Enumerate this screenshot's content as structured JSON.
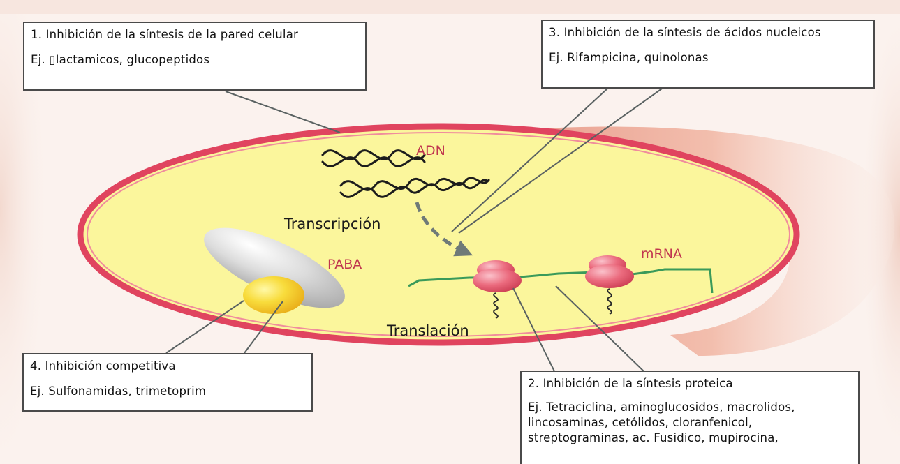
{
  "boxes": {
    "cell_wall": {
      "title": "1. Inhibición de la síntesis de la pared celular",
      "example": "Ej. ▯Iactamicos, glucopeptidos"
    },
    "nucleic_acids": {
      "title": "3. Inhibición de la síntesis de ácidos nucleicos",
      "example": "Ej. Rifampicina, quinolonas"
    },
    "competitive": {
      "title": "4. Inhibición competitiva",
      "example": "Ej. Sulfonamidas, trimetoprim"
    },
    "protein": {
      "title": "2. Inhibición de la síntesis proteica",
      "example": "Ej. Tetraciclina, aminoglucosidos, macrolidos, lincosaminas, cetólidos, cloranfenicol, streptograminas, ac. Fusidico, mupirocina,"
    }
  },
  "labels": {
    "adn": "ADN",
    "transcription": "Transcripción",
    "paba": "PABA",
    "mrna": "mRNA",
    "translation": "Translación"
  },
  "colors": {
    "background": "#fbf2ee",
    "cell_wall": "#e0445f",
    "cytoplasm": "#fbf69c",
    "mrna_strand": "#3a9a5a",
    "ribosome": "#e8677a",
    "enzyme_gray": "#cfcfcf",
    "enzyme_yellow": "#f5cf2e",
    "callout_border": "#4a4a4a",
    "label_red": "#c0364f"
  },
  "icons": {
    "dna": "dna-double-helix-icon",
    "ribosome": "ribosome-icon",
    "enzyme": "enzyme-substrate-icon",
    "arrow": "dashed-curved-arrow-icon"
  }
}
